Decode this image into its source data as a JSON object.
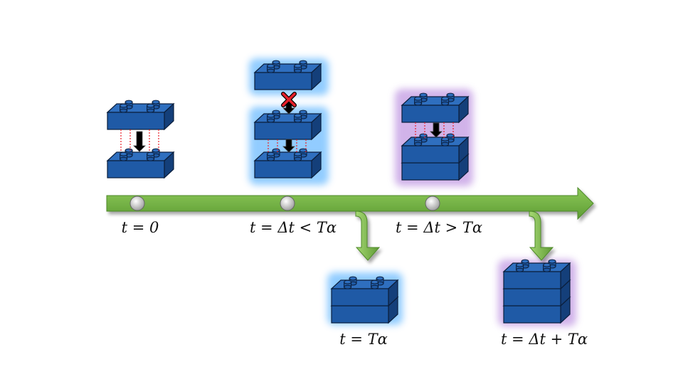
{
  "labels": {
    "t0": "t = 0",
    "t1": "t = Δt < Tα",
    "t2": "t = Δt > Tα",
    "t3": "t = Tα",
    "t4": "t = Δt + Tα"
  },
  "colors": {
    "brick_top": "#2f6fbf",
    "brick_front": "#1f5aa6",
    "brick_side": "#143f7a",
    "brick_edge": "#0b1f3d",
    "arrow_green": "#6fae3f",
    "arrow_green_light": "#9fd16a",
    "glow_blue": "#7fc4ff",
    "glow_purple": "#c9a6e6",
    "guide_red": "#e8202a",
    "marker_gray": "#c8c8c8"
  },
  "icons": {
    "block_arrow": "down-arrow-icon",
    "blocked": "red-x-icon",
    "timeline_marker": "circle-marker-icon"
  }
}
